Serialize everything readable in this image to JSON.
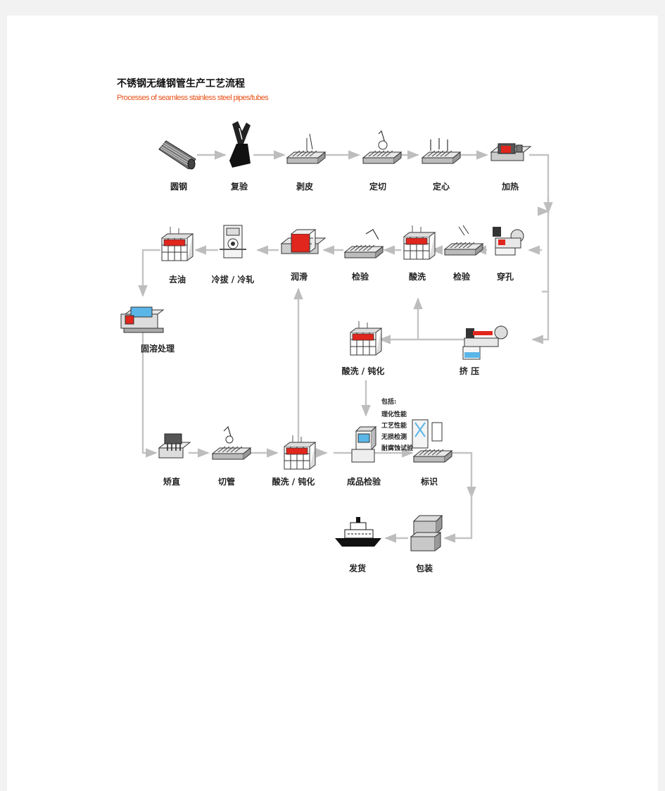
{
  "title": {
    "zh": "不锈钢无缝钢管生产工艺流程",
    "en": "Processes of seamless stainless steel pipes/tubes"
  },
  "colors": {
    "flow_line": "#c4c4c4",
    "accent_red": "#e0261d",
    "title_orange": "#e8531b",
    "water_blue": "#5bb6e8"
  },
  "steps": {
    "round_steel": "圆钢",
    "recheck": "复验",
    "peeling": "剥皮",
    "cut_to_length": "定切",
    "centering": "定心",
    "heating": "加热",
    "piercing": "穿孔",
    "inspect_1": "检验",
    "pickling_1": "酸洗",
    "inspect_2": "检验",
    "lubricating": "润滑",
    "cold_drawing_rolling": "冷拔 / 冷轧",
    "degreasing": "去油",
    "solution_treatment": "固溶处理",
    "extrusion": "挤 压",
    "pickling_passivation_1": "酸洗 / 钝化",
    "straightening": "矫直",
    "pipe_cutting": "切管",
    "pickling_passivation_2": "酸洗 / 钝化",
    "final_inspection": "成品检验",
    "marking": "标识",
    "packing": "包装",
    "shipping": "发货"
  },
  "inspection_notes": {
    "header": "包括:",
    "items": [
      "理化性能",
      "工艺性能",
      "无损检测",
      "耐腐蚀试验"
    ]
  },
  "icons": [
    "bar-stock-icon",
    "spectrometer-icon",
    "peeling-machine-icon",
    "saw-icon",
    "centering-machine-icon",
    "heating-furnace-icon",
    "piercing-mill-icon",
    "inspection-bench-icon",
    "pickling-tank-icon",
    "lubrication-station-icon",
    "drawing-machine-icon",
    "degreasing-tank-icon",
    "solution-furnace-icon",
    "extrusion-press-icon",
    "straightener-icon",
    "cutting-machine-icon",
    "test-instrument-icon",
    "marking-machine-icon",
    "package-boxes-icon",
    "ship-icon"
  ]
}
